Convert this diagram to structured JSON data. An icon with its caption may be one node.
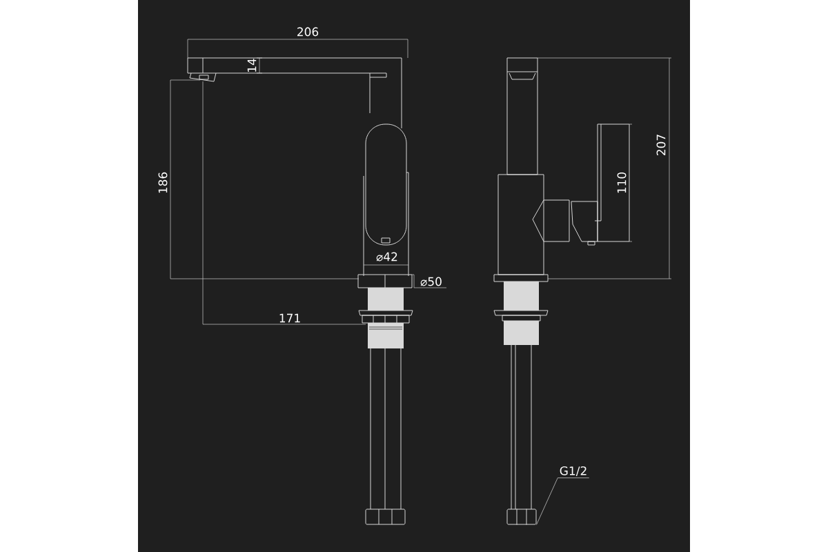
{
  "diagram": {
    "nodes": [
      {
        "text": [
          "G1/2"
        ]
      },
      {
        "text": [],
        "shape": "box"
      }
    ],
    "edges": [
      {
        "from": 0,
        "to": 1,
        "arrow": "none"
      }
    ],
    "labels": [
      "206",
      "14",
      "186",
      "⌀42",
      "⌀50",
      "171",
      "207",
      "110"
    ]
  }
}
